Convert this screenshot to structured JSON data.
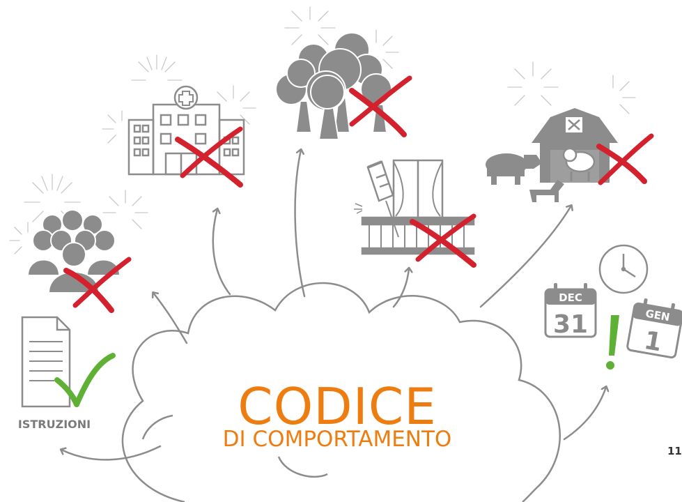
{
  "diagram": {
    "title": "CODICE",
    "subtitle": "DI COMPORTAMENTO",
    "instructions_label": "ISTRUZIONI",
    "calendar_dec_month": "DEC",
    "calendar_dec_day": "31",
    "calendar_jan_month": "GEN",
    "calendar_jan_day": "1",
    "page_number": "11"
  },
  "colors": {
    "accent": "#ee7d11",
    "icon_gray": "#8c8c8c",
    "cross_red": "#d3212d",
    "check_green": "#5eb135",
    "exclaim_green": "#5eb135"
  },
  "icons": [
    "crowd-icon",
    "hospital-icon",
    "trees-icon",
    "balcony-rocket-icon",
    "farm-animals-icon",
    "document-icon",
    "clock-icon",
    "calendar-icon"
  ]
}
